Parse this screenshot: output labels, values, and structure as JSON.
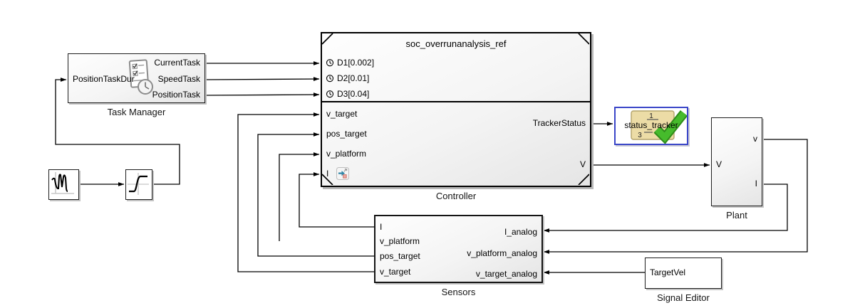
{
  "diagram": {
    "type": "simulink-block-diagram",
    "colors": {
      "wire": "#000000",
      "assessment_border": "#3a46c8",
      "check_green": "#46bb2c",
      "icon_tan_fill": "#ecdca6",
      "icon_tan_border": "#b3a36b"
    }
  },
  "blocks": {
    "task_manager": {
      "caption": "Task Manager",
      "input_ports": [
        "PositionTaskDur"
      ],
      "output_ports": [
        "CurrentTask",
        "SpeedTask",
        "PositionTask"
      ]
    },
    "controller": {
      "caption": "Controller",
      "model_name": "soc_overrunanalysis_ref",
      "event_ports": [
        "D1[0.002]",
        "D2[0.01]",
        "D3[0.04]"
      ],
      "input_ports": [
        "v_target",
        "pos_target",
        "v_platform",
        "I"
      ],
      "output_ports": [
        "TrackerStatus",
        "V"
      ]
    },
    "status_tracker": {
      "label": "status_tracker",
      "icon_top_number": "1",
      "icon_bottom_number": "3"
    },
    "plant": {
      "caption": "Plant",
      "input_ports": [
        "V"
      ],
      "output_ports": [
        "v",
        "I"
      ]
    },
    "sensors": {
      "caption": "Sensors",
      "left_ports": [
        "I",
        "v_platform",
        "pos_target",
        "v_target"
      ],
      "right_ports": [
        "I_analog",
        "v_platform_analog",
        "v_target_analog"
      ]
    },
    "signal_editor": {
      "caption": "Signal Editor",
      "signal_name": "TargetVel"
    }
  },
  "connections": [
    "waveform_source -> saturation",
    "saturation -> task_manager.PositionTaskDur",
    "task_manager.CurrentTask -> controller.D1[0.002]",
    "task_manager.SpeedTask -> controller.D2[0.01]",
    "task_manager.PositionTask -> controller.D3[0.04]",
    "controller.TrackerStatus -> status_tracker",
    "controller.V -> plant.V",
    "plant.v -> sensors.v_platform_analog",
    "plant.I -> sensors.I_analog",
    "signal_editor.TargetVel -> sensors.v_target_analog",
    "sensors.I -> controller.I",
    "sensors.pos_target -> controller.pos_target",
    "sensors.v_target -> controller.v_target",
    "controller.v_platform <- dangling vertical segment"
  ]
}
